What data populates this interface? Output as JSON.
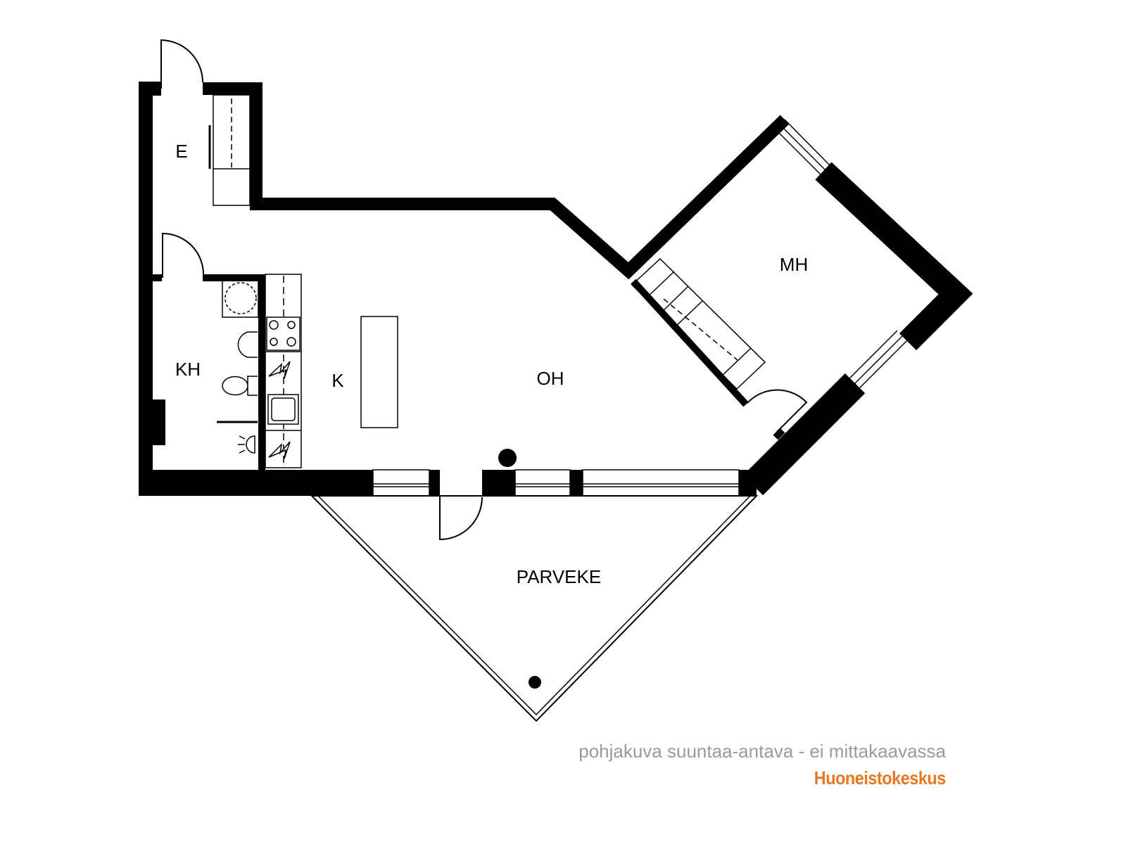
{
  "rooms": {
    "entry": "E",
    "bathroom": "KH",
    "kitchen": "K",
    "living_room": "OH",
    "bedroom": "MH",
    "balcony": "PARVEKE"
  },
  "footer": {
    "note": "pohjakuva suuntaa-antava - ei mittakaavassa",
    "brand": "Huoneistokeskus"
  },
  "colors": {
    "wall": "#000000",
    "note": "#9a9a9a",
    "brand": "#e87722"
  }
}
